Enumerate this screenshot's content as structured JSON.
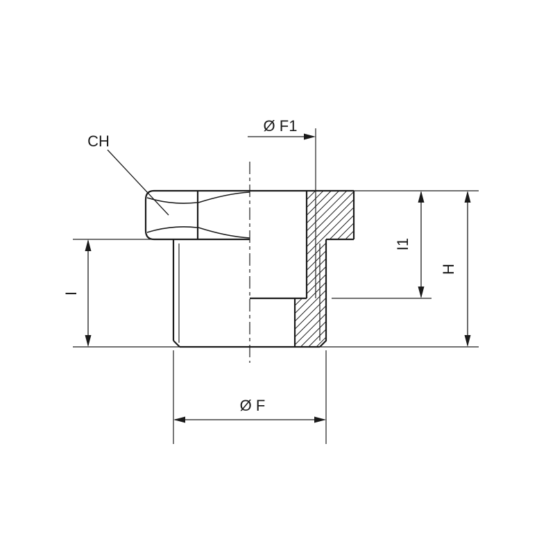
{
  "drawing": {
    "type": "technical-dimension-drawing",
    "subject": "threaded reducing bushing, half section with hatching",
    "labels": {
      "ch": "CH",
      "f1": "Ø F1",
      "f": "Ø F",
      "i": "I",
      "i1": "I1",
      "h": "H"
    },
    "colors": {
      "line": "#1a1a1a",
      "background": "#ffffff"
    }
  }
}
